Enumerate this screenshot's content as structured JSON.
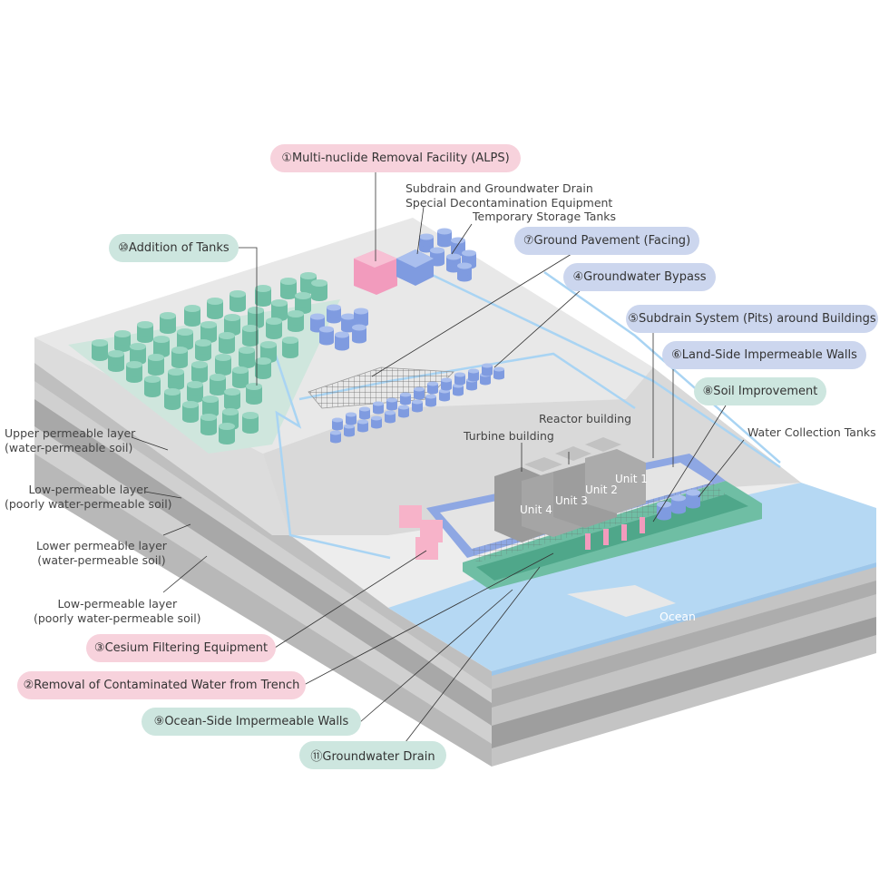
{
  "callouts": {
    "alps": "①Multi-nuclide Removal Facility (ALPS)",
    "trench": "②Removal of Contaminated Water from Trench",
    "cesium": "③Cesium Filtering Equipment",
    "bypass": "④Groundwater Bypass",
    "subdrain_pits": "⑤Subdrain System (Pits) around Buildings",
    "landside_walls": "⑥Land-Side Impermeable Walls",
    "pavement": "⑦Ground Pavement (Facing)",
    "soil": "⑧Soil Improvement",
    "oceanside_walls": "⑨Ocean-Side Impermeable Walls",
    "tanks": "⑩Addition of Tanks",
    "gw_drain": "⑪Groundwater Drain"
  },
  "labels": {
    "subdrain_equipment_line1": "Subdrain and Groundwater Drain",
    "subdrain_equipment_line2": "Special Decontamination Equipment",
    "temp_storage": "Temporary Storage Tanks",
    "reactor_building": "Reactor building",
    "turbine_building": "Turbine building",
    "water_collection": "Water Collection Tanks",
    "unit1": "Unit 1",
    "unit2": "Unit 2",
    "unit3": "Unit 3",
    "unit4": "Unit 4",
    "ocean": "Ocean"
  },
  "layers": {
    "upper_line1": "Upper permeable layer",
    "upper_line2": "(water-permeable soil)",
    "low1_line1": "Low-permeable layer",
    "low1_line2": "(poorly water-permeable soil)",
    "lower_line1": "Lower permeable layer",
    "lower_line2": "(water-permeable soil)",
    "low2_line1": "Low-permeable layer",
    "low2_line2": "(poorly water-permeable soil)"
  },
  "colors": {
    "pink": "#f7d2dc",
    "blue": "#ccd6ee",
    "green": "#cde6df",
    "tank_green": "#6fbea4",
    "tank_blue": "#8ea7e3",
    "ocean": "#b5d8f3"
  }
}
